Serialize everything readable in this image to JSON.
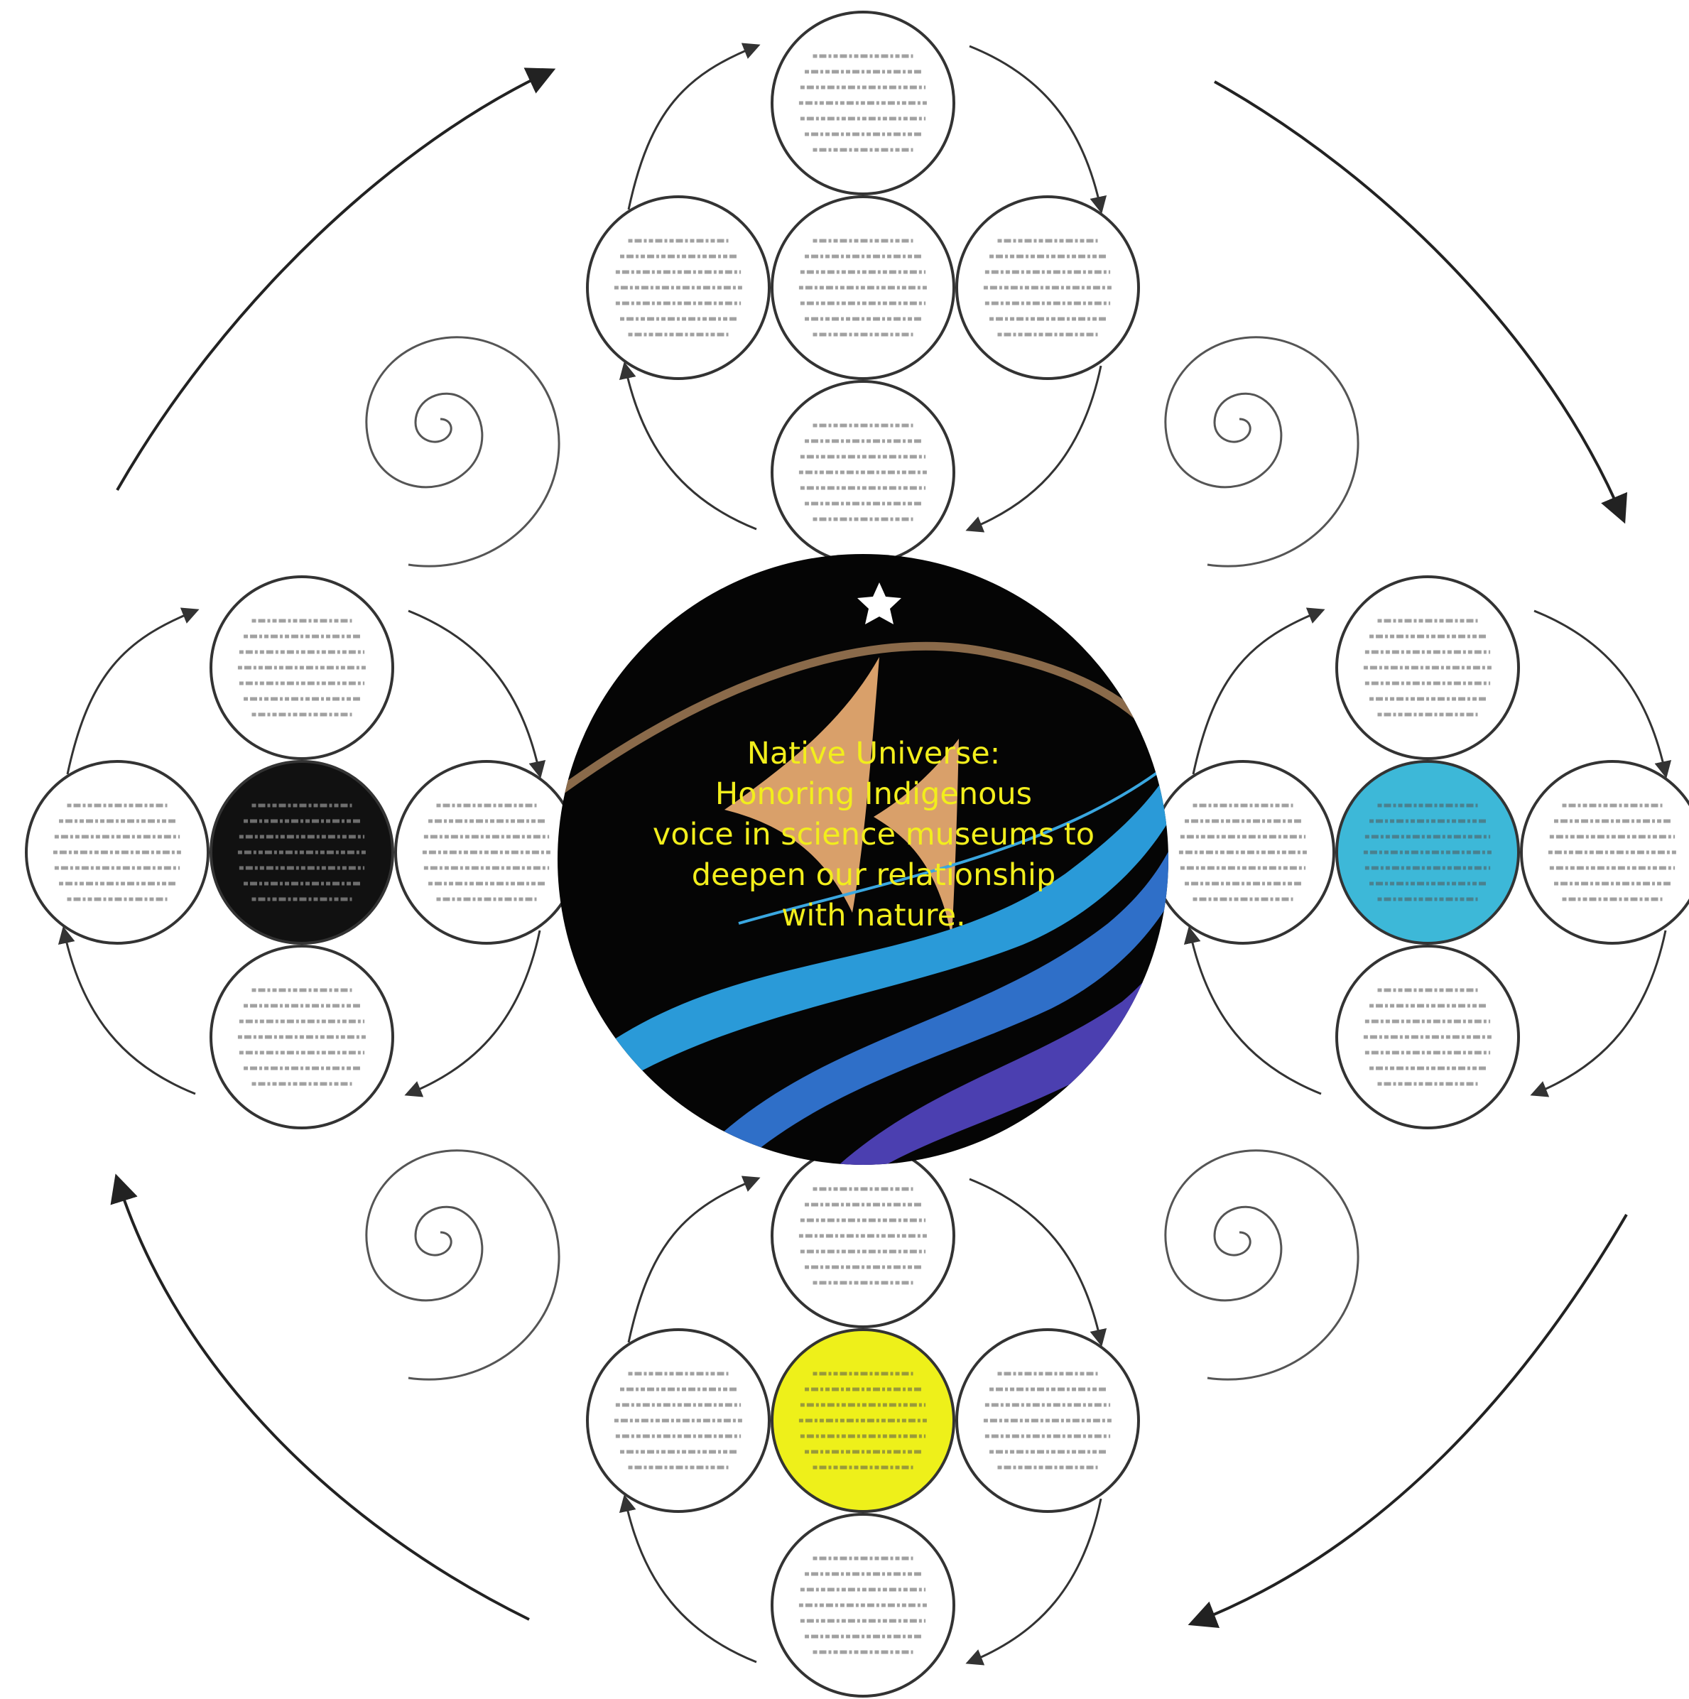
{
  "center": {
    "title_lines": [
      "Native Universe:",
      "Honoring Indigenous",
      "voice in science museums to",
      "deepen our relationship",
      "with nature."
    ],
    "colors": {
      "background": "#050505",
      "title": "#f2ee1c",
      "sail": "#d9a06a",
      "arc": "#8a6a4a",
      "wave_light": "#2a9ad8",
      "wave_mid": "#2f6fc8",
      "wave_dark": "#4b3fb0",
      "star": "#ffffff"
    }
  },
  "clusters": [
    {
      "id": "top",
      "fills": [
        "#ffffff",
        "#ffffff",
        "#ffffff",
        "#ffffff",
        "#ffffff"
      ]
    },
    {
      "id": "left",
      "fills": [
        "#ffffff",
        "#111111",
        "#ffffff",
        "#ffffff",
        "#ffffff"
      ]
    },
    {
      "id": "right",
      "fills": [
        "#ffffff",
        "#3db8d8",
        "#ffffff",
        "#ffffff",
        "#ffffff"
      ]
    },
    {
      "id": "bottom",
      "fills": [
        "#ffffff",
        "#eef01a",
        "#ffffff",
        "#ffffff",
        "#ffffff"
      ]
    }
  ],
  "icons": [
    "spiral-icon",
    "arrow-icon",
    "star-icon",
    "sail-icon"
  ]
}
